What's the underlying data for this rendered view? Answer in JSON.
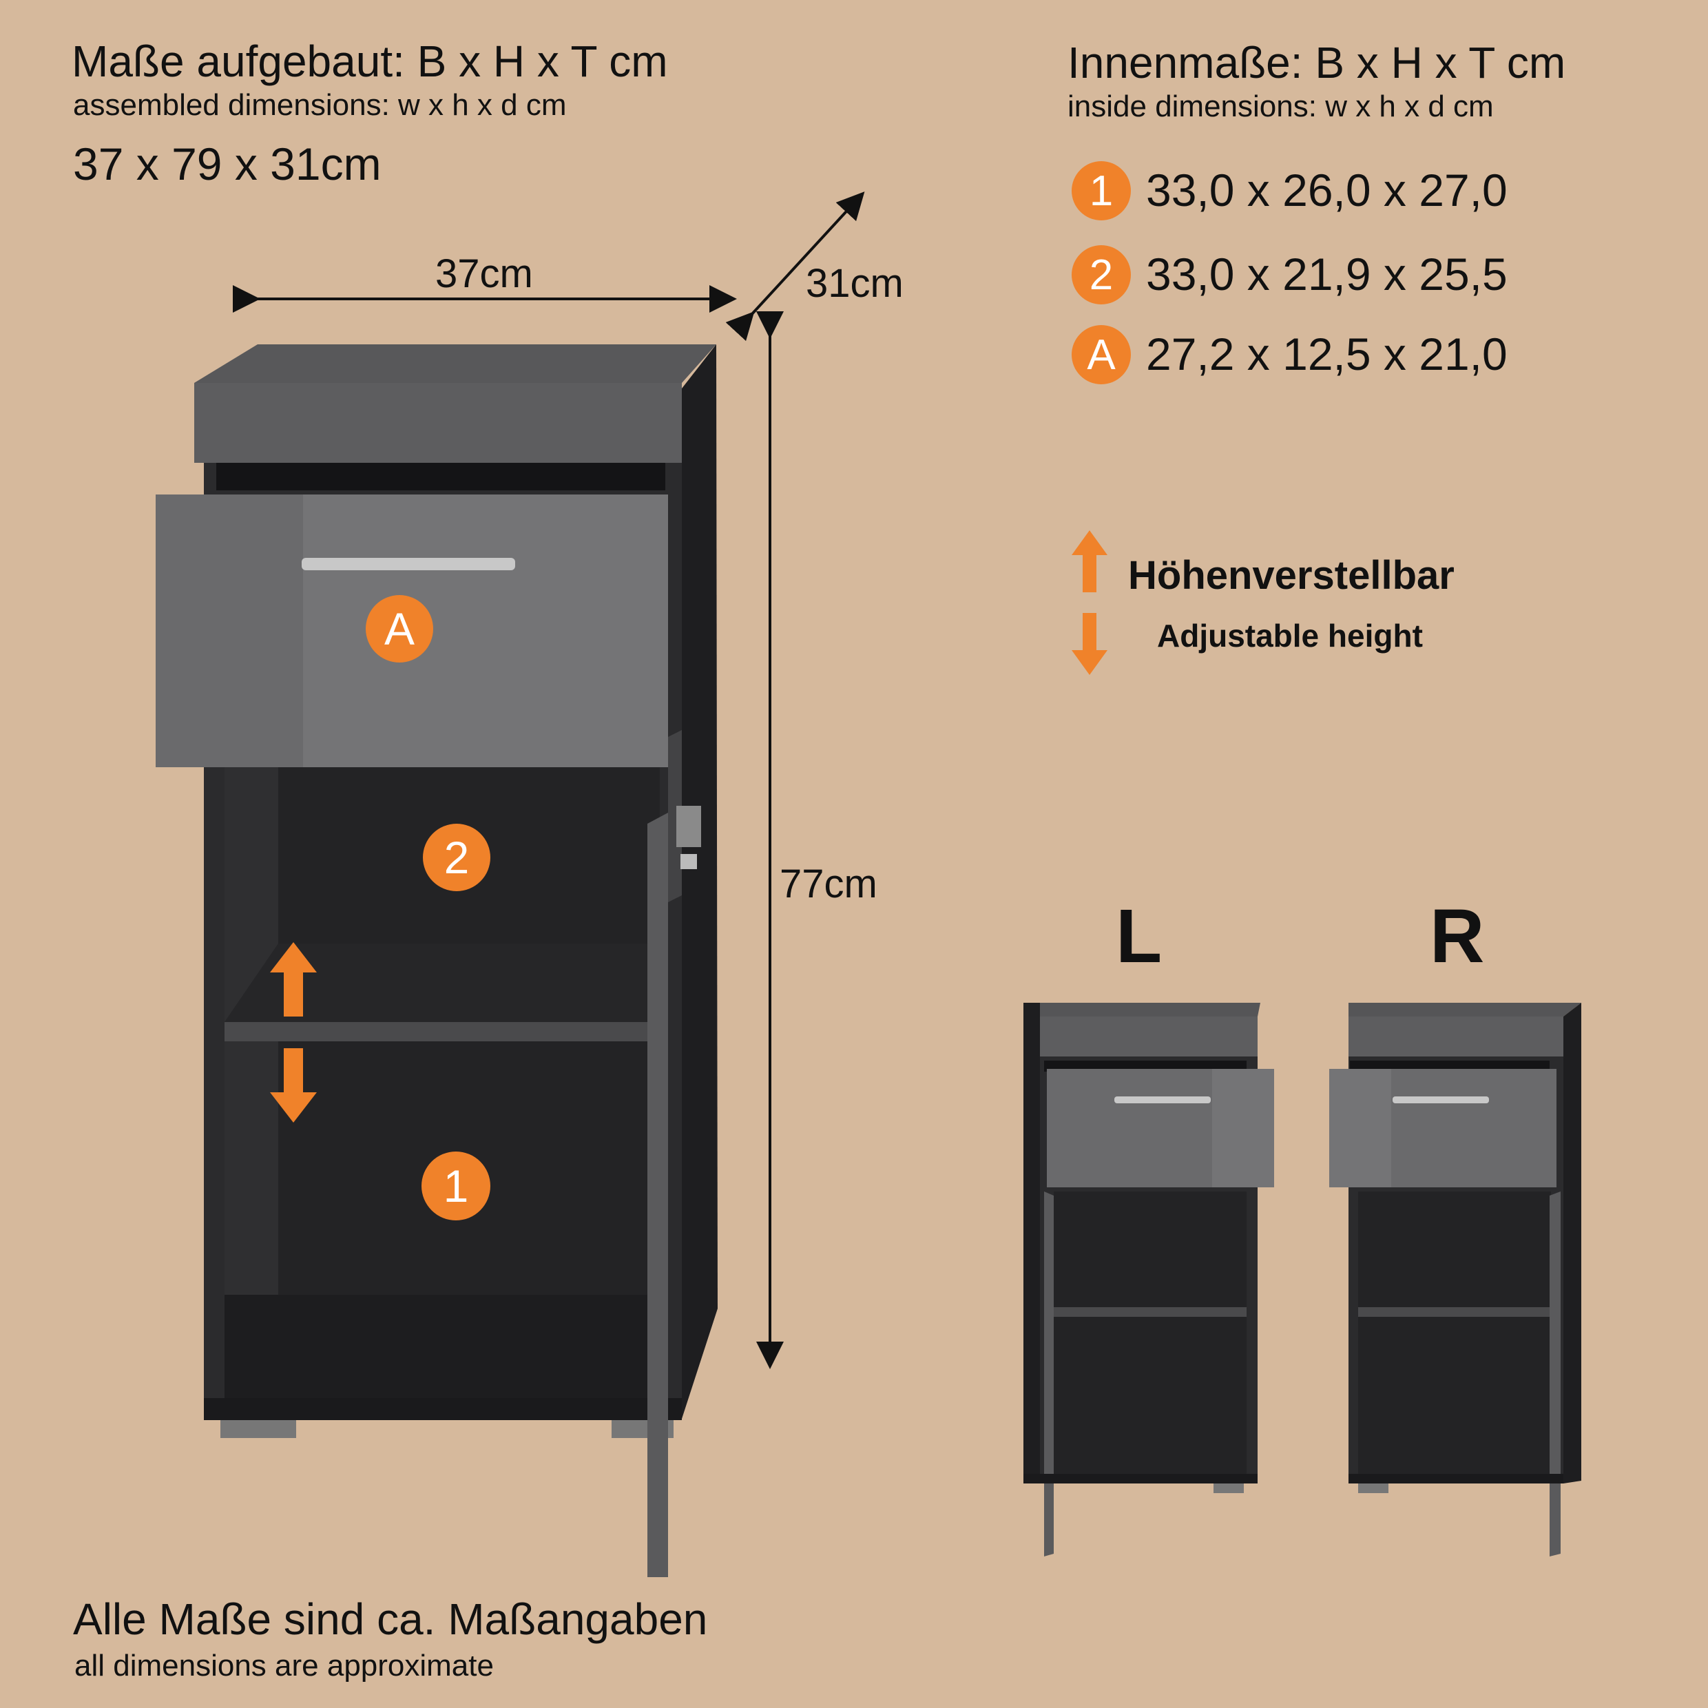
{
  "header_left": {
    "title": "Maße aufgebaut: B x H x T cm",
    "subtitle": "assembled dimensions: w x h x d cm",
    "dims": "37 x 79 x 31cm"
  },
  "header_right": {
    "title": "Innenmaße: B x H x T cm",
    "subtitle": "inside dimensions: w x h x d cm",
    "items": [
      {
        "badge": "1",
        "value": "33,0 x 26,0 x 27,0"
      },
      {
        "badge": "2",
        "value": "33,0 x 21,9 x 25,5"
      },
      {
        "badge": "A",
        "value": "27,2 x 12,5 x 21,0"
      }
    ]
  },
  "dimension_labels": {
    "width": "37cm",
    "depth": "31cm",
    "height": "77cm"
  },
  "cabinet_badges": {
    "drawer": "A",
    "upper": "2",
    "lower": "1"
  },
  "adjustable": {
    "title": "Höhenverstellbar",
    "subtitle": "Adjustable height"
  },
  "variants": {
    "left": "L",
    "right": "R"
  },
  "footer": {
    "title": "Alle Maße sind ca. Maßangaben",
    "subtitle": "all dimensions are approximate"
  },
  "colors": {
    "background": "#d6b99c",
    "accent": "#f0822a",
    "cabinet_dark": "#2b2b2d",
    "cabinet_gray": "#6e6e70"
  }
}
